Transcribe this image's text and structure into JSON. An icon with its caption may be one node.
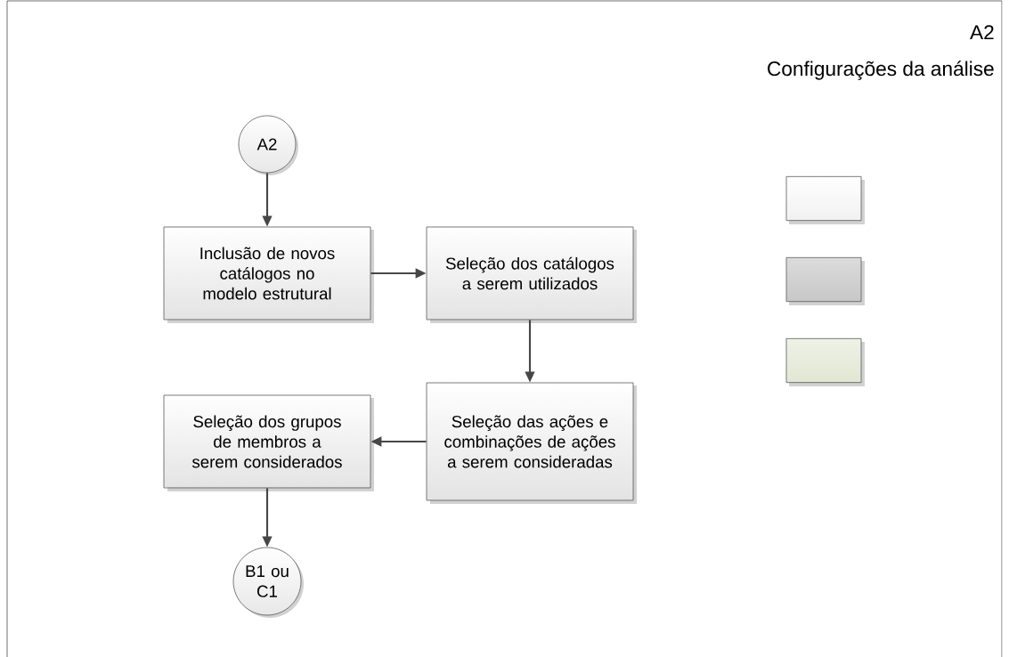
{
  "diagram": {
    "title": "Configurações da análise",
    "nodes": [
      {
        "text": [
          "A2"
        ]
      },
      {
        "text": [
          "Inclusão de novos catálogos no modelo estrutural"
        ]
      },
      {
        "text": [
          "Seleção dos catálogos a serem utilizados"
        ]
      },
      {
        "text": [
          "Seleção das ações e combinações de ações a serem consideradas"
        ]
      },
      {
        "text": [
          "Seleção dos grupos de membros a serem considerados"
        ]
      },
      {
        "text": [
          "B1 ou C1"
        ]
      },
      {
        "text": [],
        "shape": "box"
      },
      {
        "text": [],
        "shape": "box"
      },
      {
        "text": [],
        "shape": "box"
      }
    ],
    "edges": [
      {
        "from": 0,
        "to": 1,
        "arrow": "to"
      },
      {
        "from": 1,
        "to": 2,
        "arrow": "to"
      },
      {
        "from": 2,
        "to": 3,
        "arrow": "to"
      },
      {
        "from": 3,
        "to": 4,
        "arrow": "to"
      },
      {
        "from": 4,
        "to": 5,
        "arrow": "to"
      }
    ],
    "labels": [
      "A2"
    ]
  }
}
